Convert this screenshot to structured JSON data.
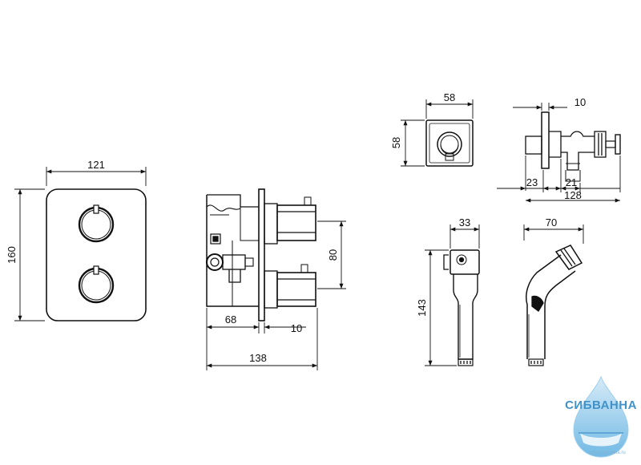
{
  "dimensions": {
    "faceplate_width": "121",
    "faceplate_height": "160",
    "body_depth": "68",
    "plate_offset": "10",
    "outlet_spacing": "80",
    "overall_depth": "138",
    "holder_width": "58",
    "holder_height": "58",
    "valve_top_offset": "10",
    "valve_flange": "23",
    "valve_outlet": "21",
    "valve_length": "128",
    "handshower_width": "33",
    "handshower_length": "143",
    "handshower_side_width": "70"
  },
  "watermark": {
    "brand": "СИБВАННА",
    "url": "www.sibvanna.ru",
    "accent_color": "#1f7fbf"
  },
  "colors": {
    "line": "#111111",
    "background": "#ffffff"
  }
}
